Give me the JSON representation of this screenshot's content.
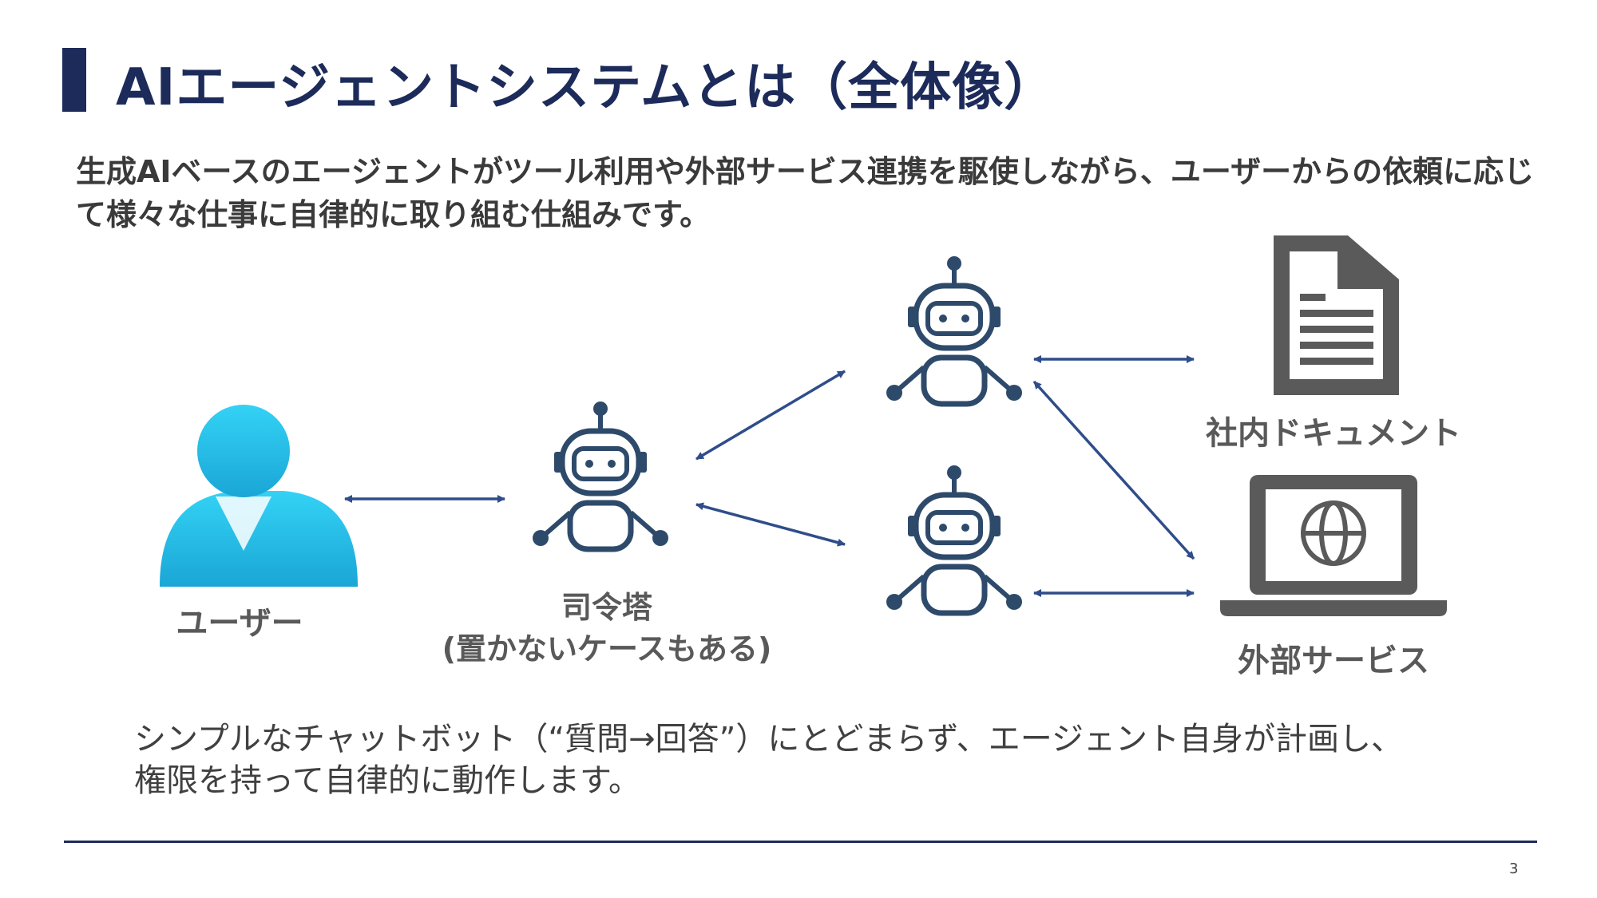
{
  "slide": {
    "title": "AIエージェントシステムとは（全体像）",
    "subtitle": "生成AIベースのエージェントがツール利用や外部サービス連携を駆使しながら、ユーザーからの依頼に応じて様々な仕事に自律的に取り組む仕組みです。",
    "summary_line1": "シンプルなチャットボット（“質問→回答”）にとどまらず、エージェント自身が計画し、",
    "summary_line2": "権限を持って自律的に動作します。",
    "page_number": "3"
  },
  "diagram": {
    "user_label": "ユーザー",
    "hub_label_line1": "司令塔",
    "hub_label_line2": "(置かないケースもある)",
    "docs_label": "社内ドキュメント",
    "service_label": "外部サービス"
  },
  "colors": {
    "navy": "#1c2b5a",
    "robot": "#2e4a6b",
    "arrow": "#2f4d8a",
    "icon_gray": "#5a5a5a",
    "user_cyan": "#2fc4ec"
  }
}
